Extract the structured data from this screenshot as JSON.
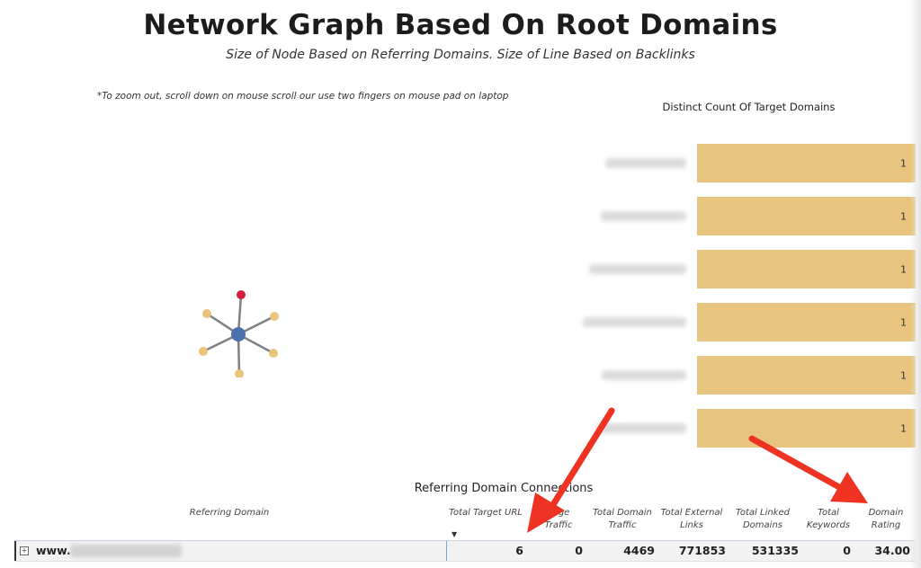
{
  "header": {
    "title": "Network Graph Based On Root Domains",
    "subtitle": "Size of Node Based on Referring Domains. Size of Line Based on Backlinks"
  },
  "zoom_hint": "*To zoom out, scroll down on mouse scroll our use two fingers on mouse pad on laptop",
  "colors": {
    "bar_fill": "#e8c57e",
    "node_center": "#4c6fae",
    "node_root": "#d21f3c",
    "node_leaf": "#e9c47a",
    "edge": "#7f7f85",
    "arrow": "#ee3322"
  },
  "network_graph": {
    "center_node": "center",
    "root_node": "root",
    "leaf_count": 5
  },
  "chart_data": {
    "type": "bar",
    "title": "Distinct Count Of Target Domains",
    "orientation": "horizontal",
    "categories": [
      "",
      "",
      "",
      "",
      "",
      ""
    ],
    "values": [
      1,
      1,
      1,
      1,
      1,
      1
    ],
    "xlim": [
      0,
      1
    ],
    "grid": false
  },
  "table": {
    "title": "Referring Domain Connections",
    "columns": [
      [
        "Referring Domain"
      ],
      [
        "Total Target URL"
      ],
      [
        "Page",
        "Traffic"
      ],
      [
        "Total Domain",
        "Traffic"
      ],
      [
        "Total External",
        "Links"
      ],
      [
        "Total Linked",
        "Domains"
      ],
      [
        "Total",
        "Keywords"
      ],
      [
        "Domain",
        "Rating"
      ]
    ],
    "sort_icon": "sort-descending-icon",
    "rows": [
      {
        "domain_prefix": "www.",
        "values": [
          "6",
          "0",
          "4469",
          "771853",
          "531335",
          "0",
          "34.00"
        ]
      }
    ]
  },
  "annotations": {
    "arrows": [
      "red-arrow",
      "red-arrow"
    ]
  }
}
